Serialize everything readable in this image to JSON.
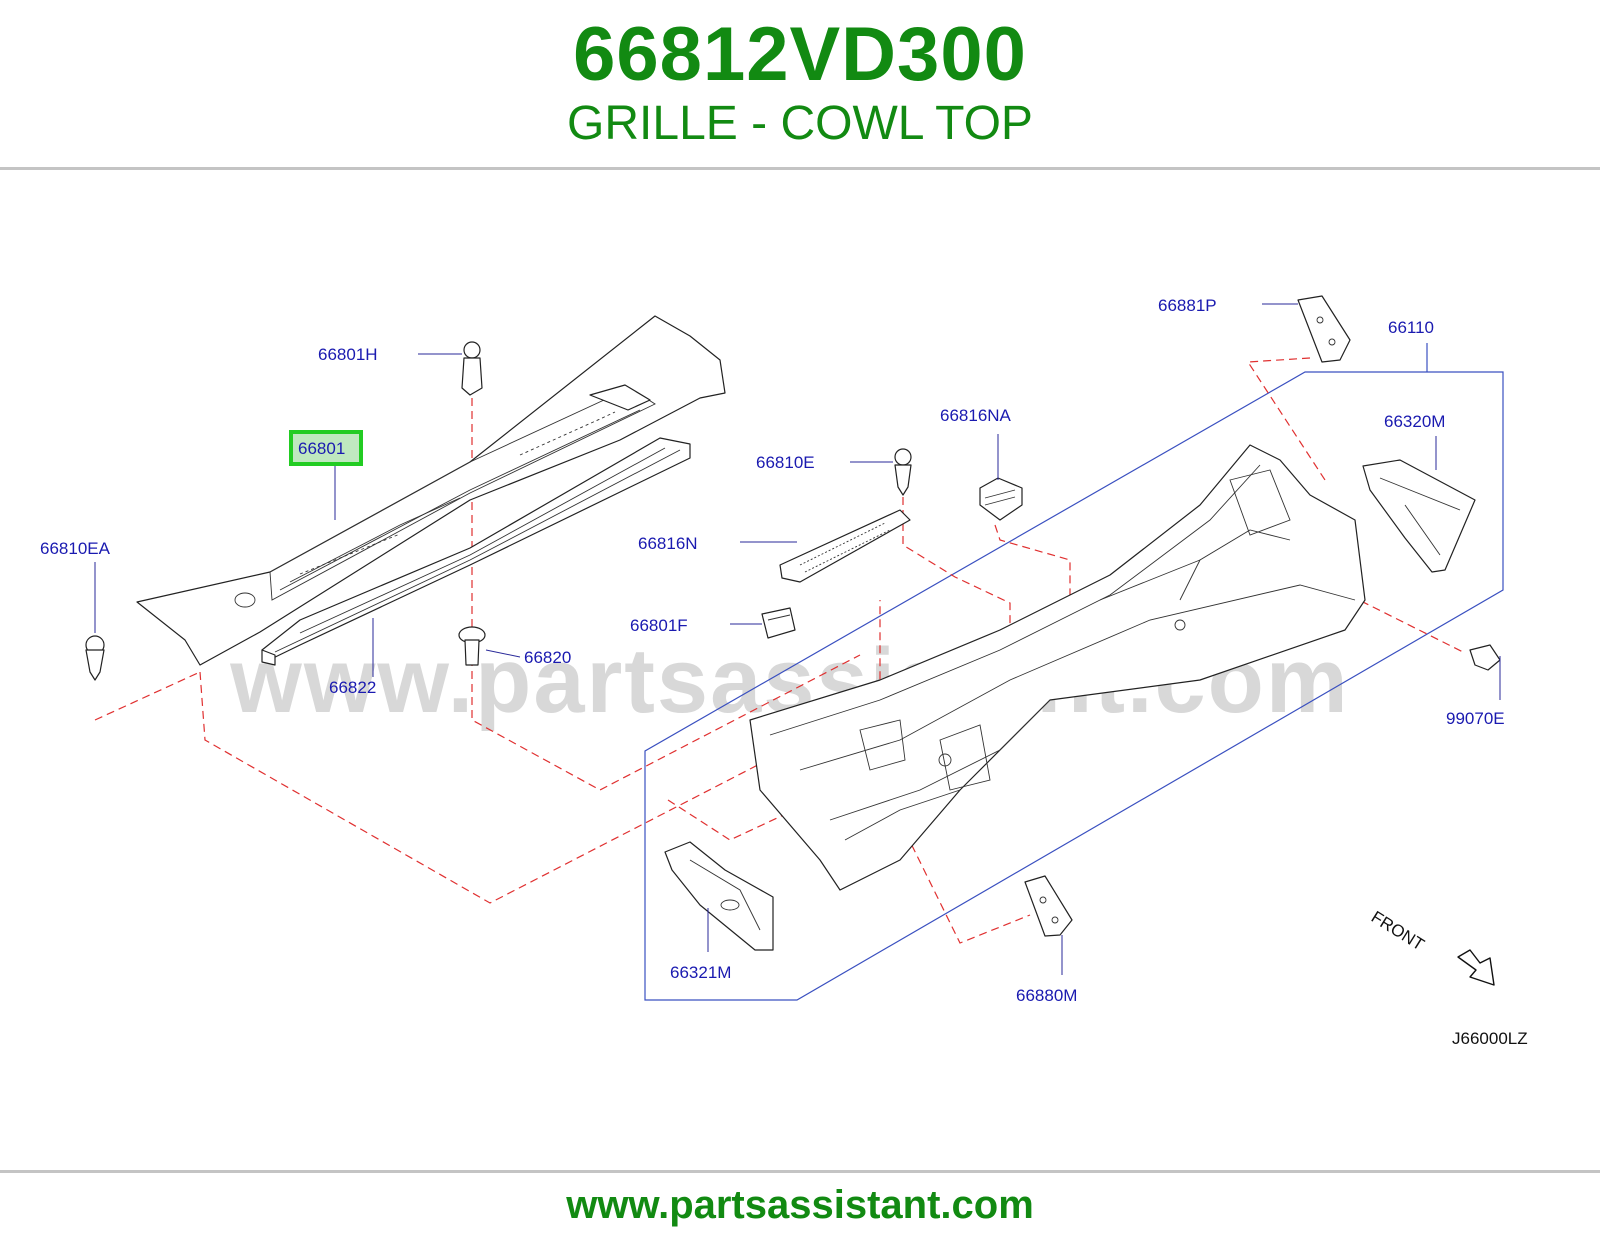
{
  "header": {
    "part_number": "66812VD300",
    "part_name": "GRILLE - COWL TOP"
  },
  "watermark": "www.partsassistant.com",
  "footer": {
    "url": "www.partsassistant.com"
  },
  "diagram": {
    "highlighted_callout": "66801",
    "callouts": {
      "c66801H": "66801H",
      "c66801": "66801",
      "c66810EA": "66810EA",
      "c66820": "66820",
      "c66822": "66822",
      "c66810E": "66810E",
      "c66816NA": "66816NA",
      "c66816N": "66816N",
      "c66801F": "66801F",
      "c66881P": "66881P",
      "c66110": "66110",
      "c66320M": "66320M",
      "c99070E": "99070E",
      "c66321M": "66321M",
      "c66880M": "66880M"
    },
    "orientation_label": "FRONT",
    "drawing_ref": "J66000LZ"
  },
  "colors": {
    "title_green": "#128a12",
    "callout_blue": "#1a1ab0",
    "highlight_green": "#22cc22",
    "dashed_red": "#e03030",
    "frame_blue": "#3a50c0"
  }
}
